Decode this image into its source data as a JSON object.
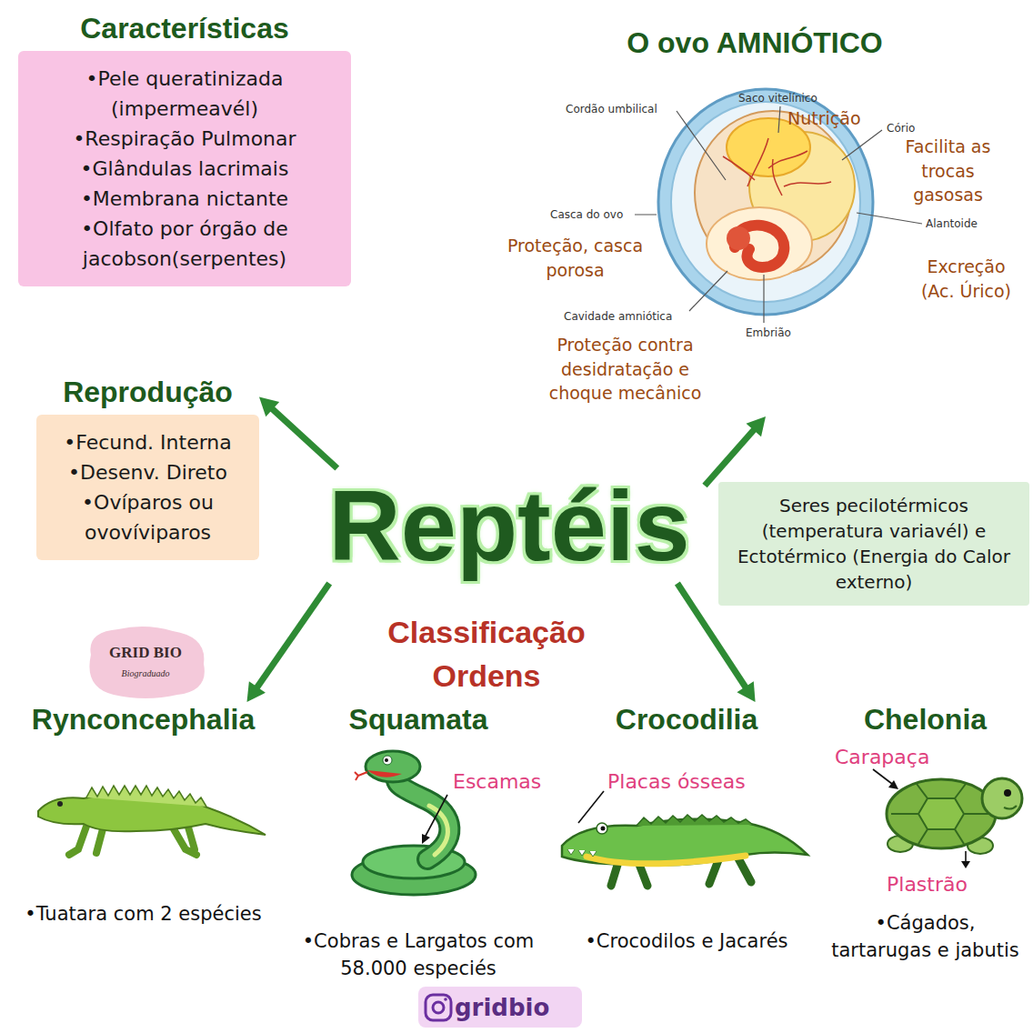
{
  "diagram": {
    "nodes": [
      {
        "text": [
          "Características",
          "•Pele queratinizada (impermeavél)",
          "•Respiração Pulmonar",
          "•Glândulas lacrimais",
          "•Membrana nictante",
          "•Olfato por órgão de jacobson(serpentes)"
        ]
      },
      {
        "text": [
          "O ovo AMNIÓTICO"
        ]
      },
      {
        "text": [
          "Reprodução",
          "•Fecund. Interna",
          "•Desenv. Direto",
          "•Ovíparos ou ovovíviparos"
        ]
      },
      {
        "text": [
          "Reptéis"
        ]
      },
      {
        "text": [
          "Seres pecilotérmicos (temperatura variavél) e Ectotérmico (Energia do Calor externo)"
        ]
      },
      {
        "text": [
          "Rynconcephalia",
          "•Tuatara com 2 espécies"
        ]
      },
      {
        "text": [
          "Squamata",
          "•Cobras e Largatos com 58.000 especiés"
        ]
      },
      {
        "text": [
          "Crocodilia",
          "•Crocodilos e Jacarés"
        ]
      },
      {
        "text": [
          "Chelonia",
          "•Cágados, tartarugas e jabutis"
        ]
      }
    ],
    "edges": [
      {
        "from": 3,
        "to": 2,
        "arrow": "to"
      },
      {
        "from": 3,
        "to": 1,
        "arrow": "to"
      },
      {
        "from": 3,
        "to": 5,
        "arrow": "to"
      },
      {
        "from": 3,
        "to": 7,
        "arrow": "to"
      }
    ],
    "labels": [
      "Saco vitelínico",
      "Nutrição",
      "Cordão umbilical",
      "Cório",
      "Facilita as trocas gasosas",
      "Alantoide",
      "Casca do ovo",
      "Proteção, casca porosa",
      "Excreção (Ac. Úrico)",
      "Cavidade amniótica",
      "Embrião",
      "Proteção contra desidratação e choque mecânico",
      "Classificação Ordens",
      "GRID BIO",
      "Biograduado",
      "Escamas",
      "Placas ósseas",
      "Carapaça",
      "Plastrão",
      "gridbio"
    ]
  }
}
